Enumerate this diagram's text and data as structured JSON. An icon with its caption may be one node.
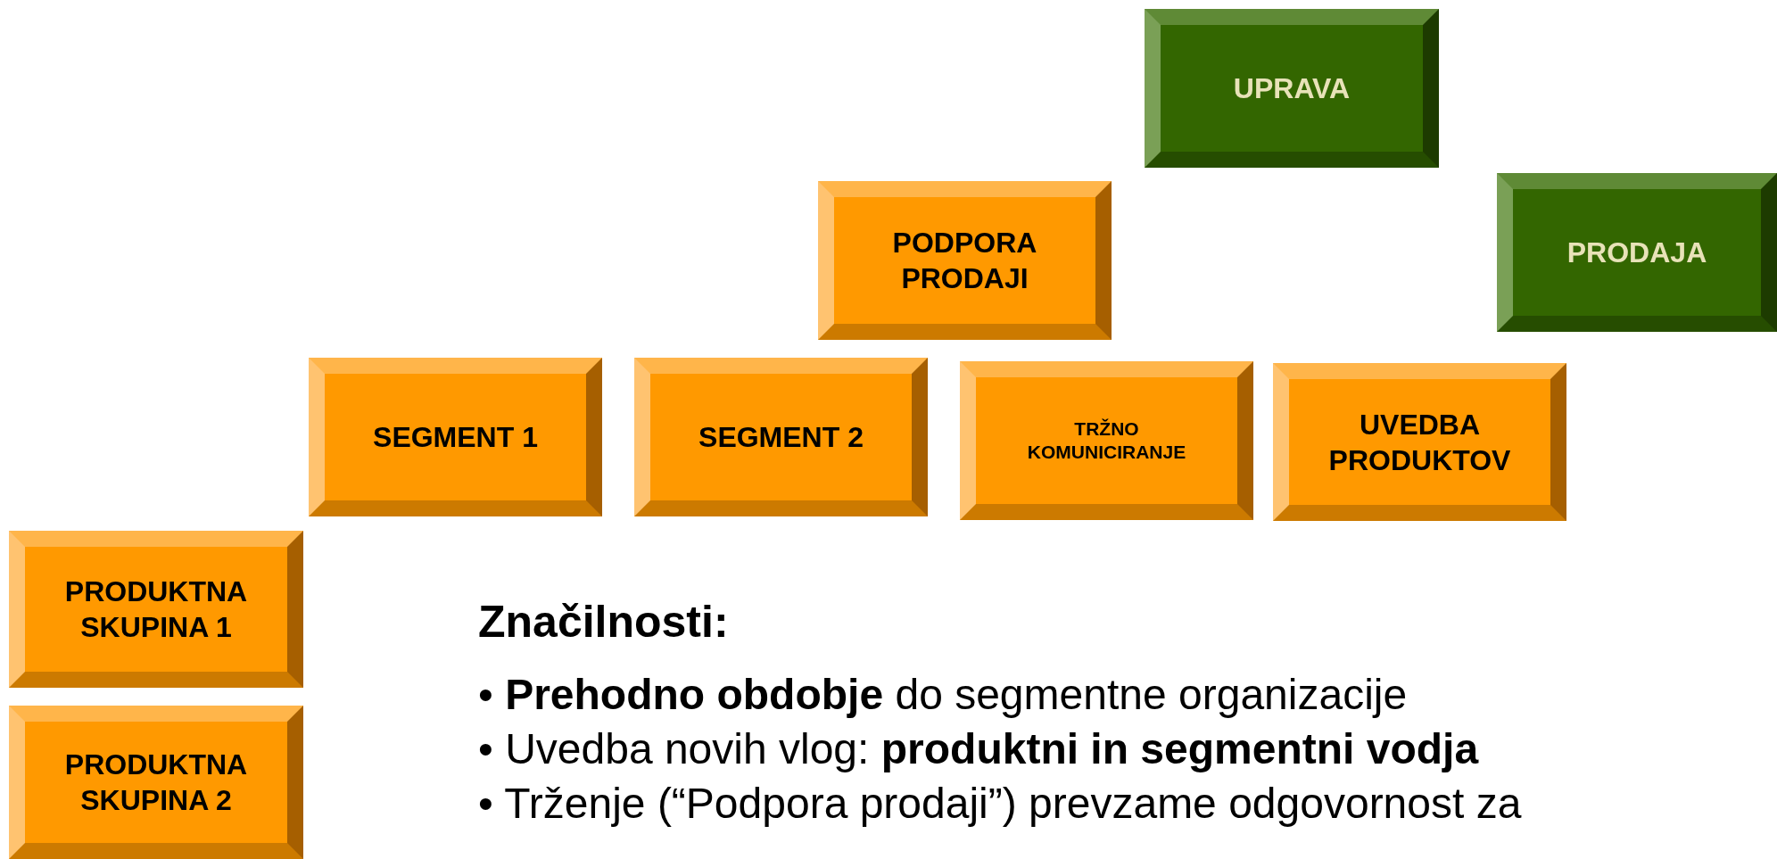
{
  "diagram": {
    "nodes": [
      {
        "text": [
          "UPRAVA"
        ]
      },
      {
        "text": [
          "PRODAJA"
        ]
      },
      {
        "text": [
          "PODPORA PRODAJI"
        ]
      },
      {
        "text": [
          "SEGMENT 1"
        ]
      },
      {
        "text": [
          "SEGMENT 2"
        ]
      },
      {
        "text": [
          "TRŽNO KOMUNICIRANJE"
        ]
      },
      {
        "text": [
          "UVEDBA PRODUKTOV"
        ]
      },
      {
        "text": [
          "PRODUKTNA SKUPINA 1"
        ]
      },
      {
        "text": [
          "PRODUKTNA SKUPINA 2"
        ]
      }
    ],
    "edges": [],
    "labels": [
      "Značilnosti:",
      "• **Prehodno obdobje** do segmentne organizacije",
      "• Uvedba novih vlog: **produktni in segmentni vodja**",
      "• Trženje (“Podpora prodaji”) prevzame odgovornost za"
    ]
  }
}
